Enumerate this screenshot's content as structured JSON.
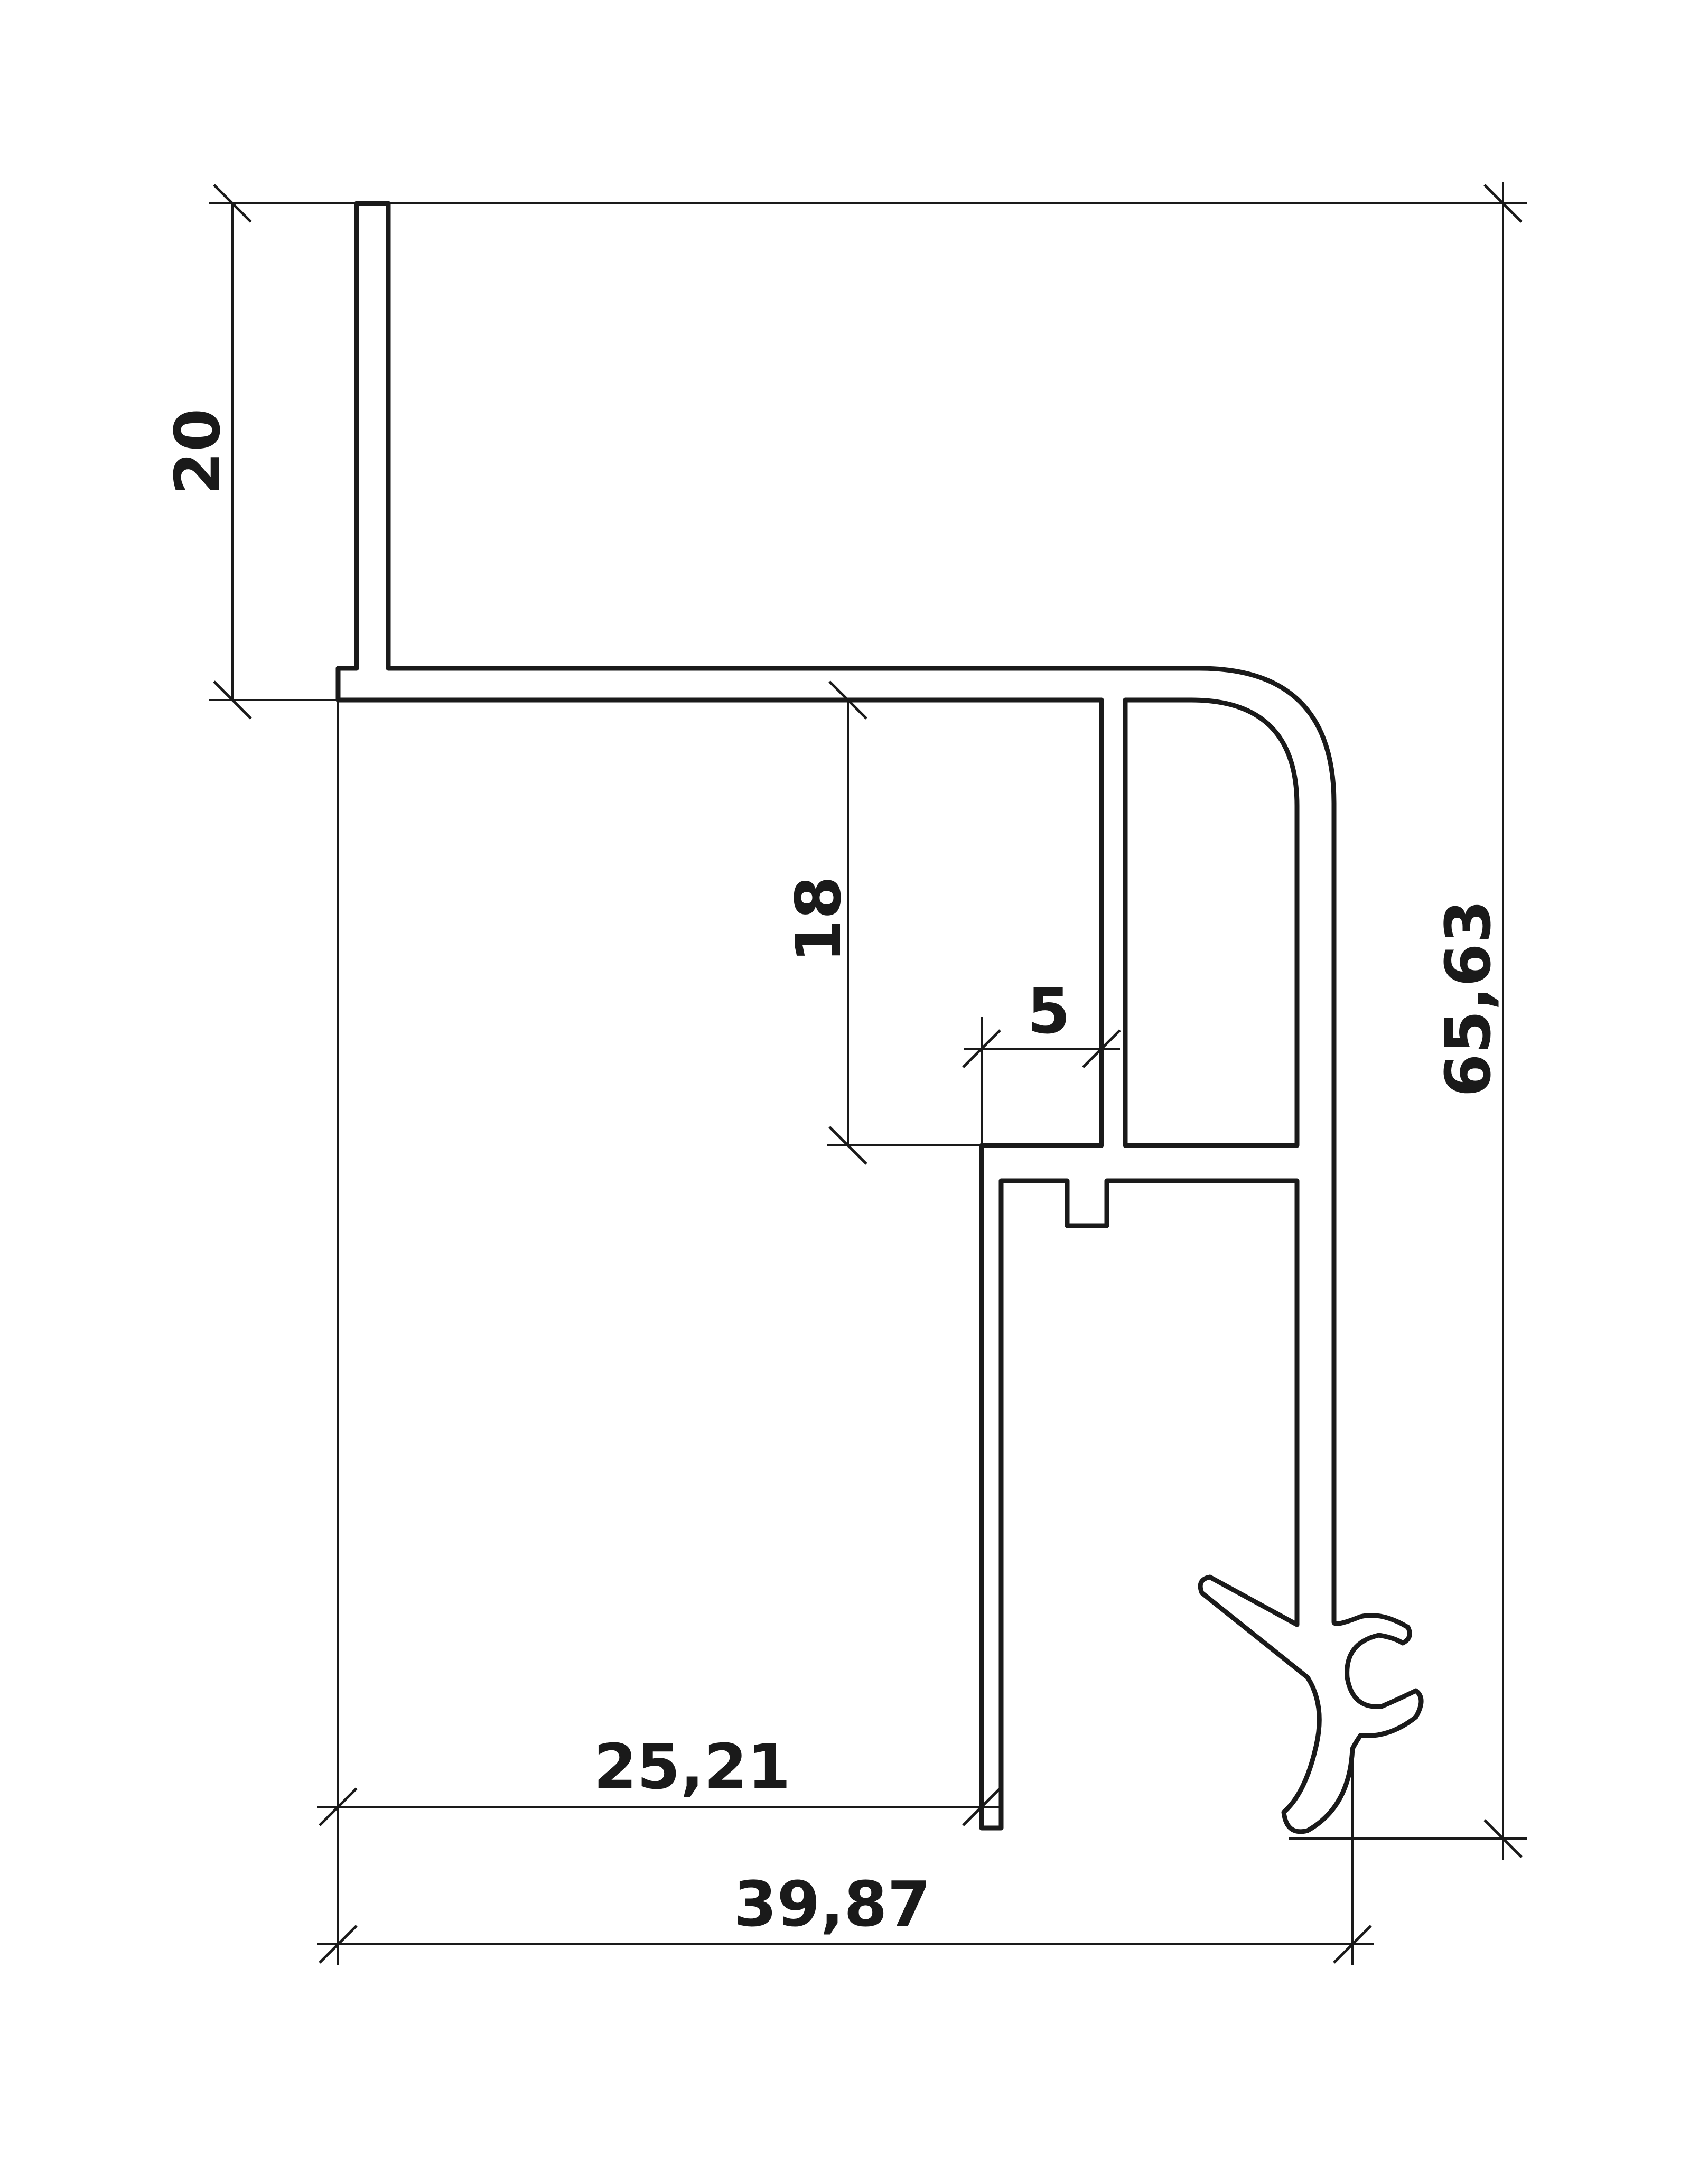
{
  "dimensions": {
    "top_flange_height": "20",
    "inner_depth": "18",
    "slot_width": "5",
    "inner_leg_width": "25,21",
    "overall_width": "39,87",
    "overall_height": "65,63"
  }
}
